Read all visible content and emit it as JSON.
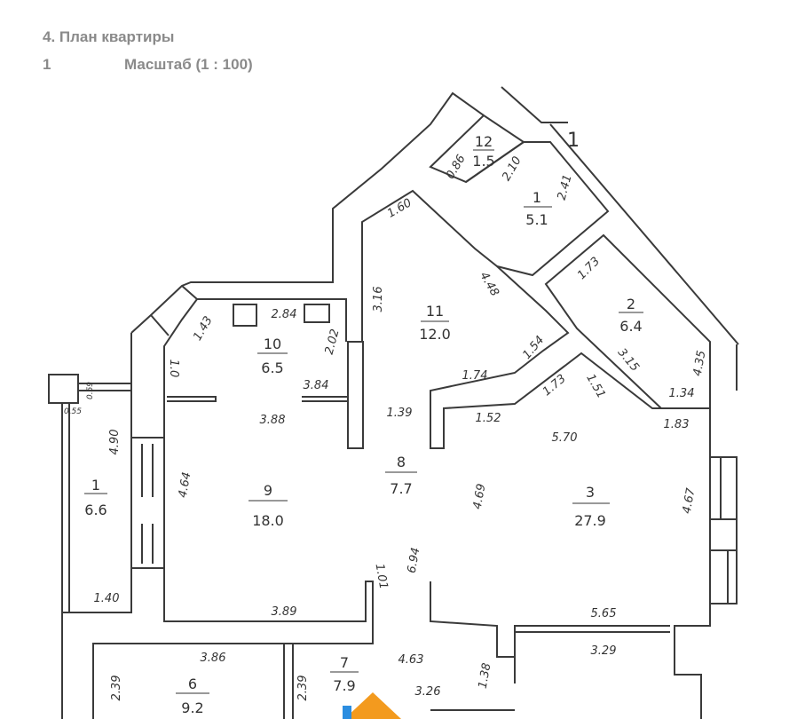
{
  "header": {
    "title": "4. План квартиры",
    "page_number": "1",
    "scale": "Масштаб (1 : 100)"
  },
  "plan_marker": "1",
  "rooms": [
    {
      "number": "12",
      "area": "1.5"
    },
    {
      "number": "1",
      "area": "5.1"
    },
    {
      "number": "11",
      "area": "12.0"
    },
    {
      "number": "2",
      "area": "6.4"
    },
    {
      "number": "10",
      "area": "6.5"
    },
    {
      "number": "1",
      "area": "6.6"
    },
    {
      "number": "9",
      "area": "18.0"
    },
    {
      "number": "8",
      "area": "7.7"
    },
    {
      "number": "3",
      "area": "27.9"
    },
    {
      "number": "6",
      "area": "9.2"
    },
    {
      "number": "7",
      "area": "7.9"
    }
  ],
  "dimensions": [
    "0.86",
    "2.10",
    "2.41",
    "1.60",
    "4.48",
    "3.16",
    "1.73",
    "1.54",
    "3.15",
    "4.35",
    "1.74",
    "1.73",
    "1.51",
    "1.34",
    "1.52",
    "5.70",
    "1.83",
    "1.39",
    "2.84",
    "1.43",
    "2.02",
    "1.0",
    "3.84",
    "3.88",
    "0.55",
    "0.59",
    "4.90",
    "4.64",
    "4.69",
    "4.67",
    "6.94",
    "1.01",
    "1.40",
    "3.89",
    "5.65",
    "3.29",
    "3.86",
    "4.63",
    "1.38",
    "2.39",
    "2.39",
    "3.26"
  ]
}
